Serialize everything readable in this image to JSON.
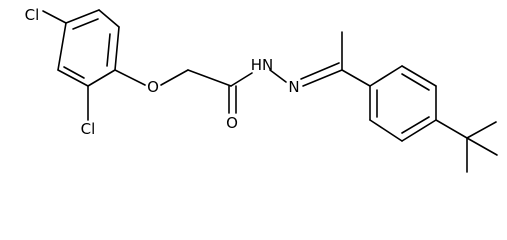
{
  "molecule": {
    "atoms": {
      "cl_top": "Cl",
      "cl_bottom": "Cl",
      "ether_o": "O",
      "carbonyl_o": "O",
      "amide_nh": "HN",
      "imine_n": "N"
    }
  },
  "colors": {
    "bond": "#000000",
    "background": "#ffffff"
  }
}
